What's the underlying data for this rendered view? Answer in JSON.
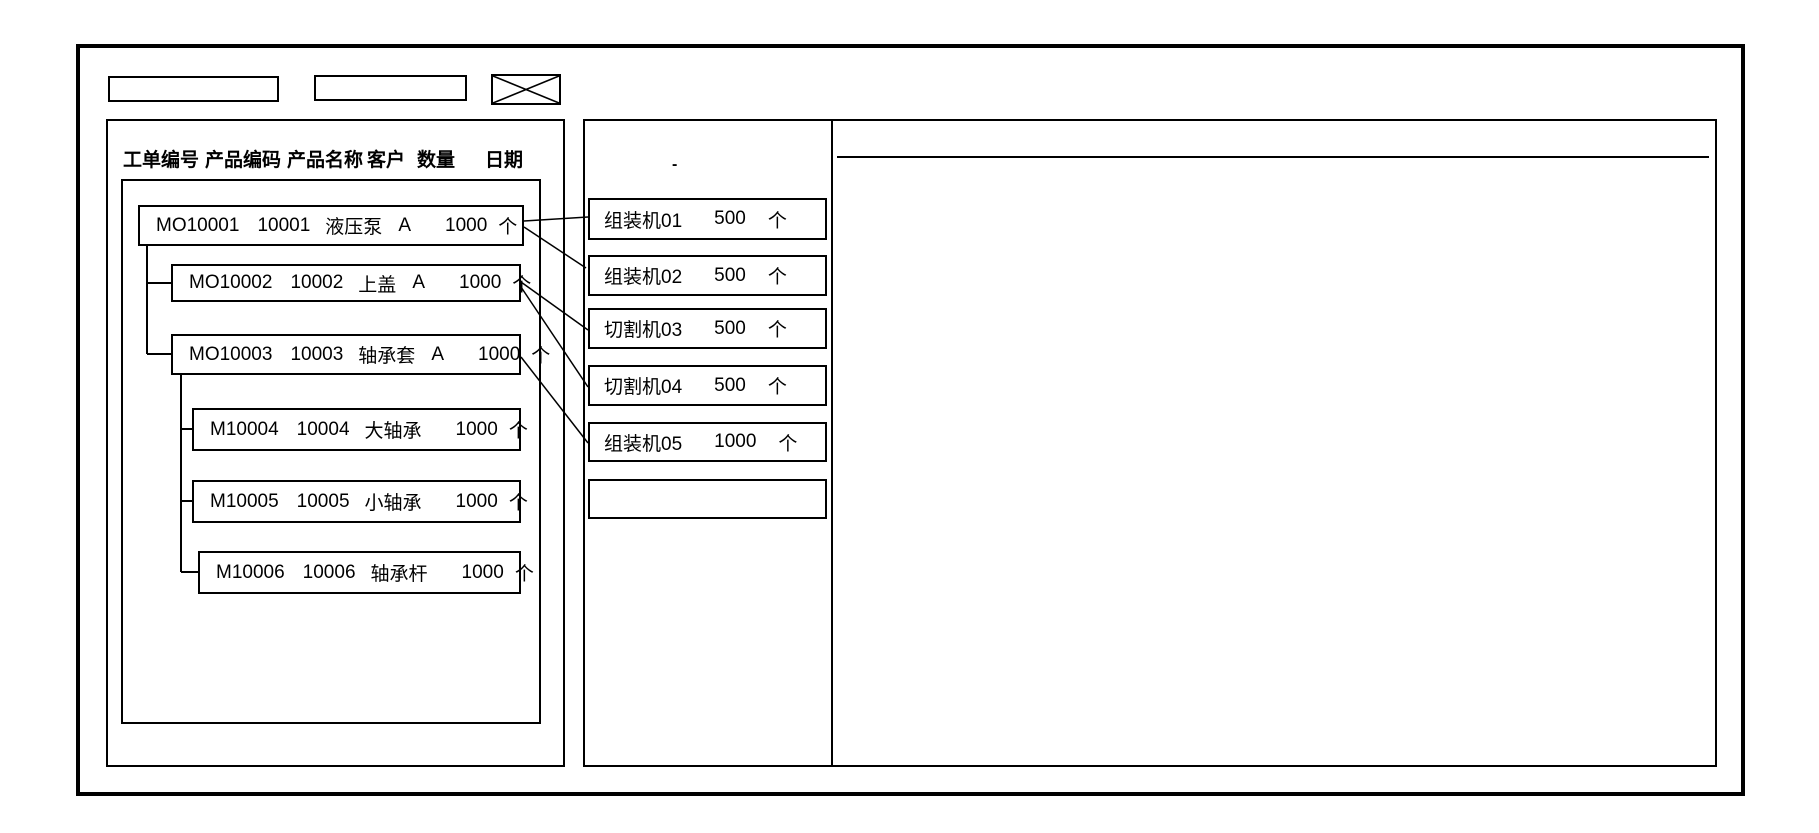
{
  "toolbar": {
    "field1_value": "",
    "field2_value": "",
    "image_placeholder": "x-crossed-box"
  },
  "orders_panel": {
    "columns": [
      "工单编号",
      "产品编码",
      "产品名称",
      "客户",
      "数量",
      "日期"
    ],
    "rows": [
      {
        "order_no": "MO10001",
        "product_code": "10001",
        "product_name": "液压泵",
        "customer": "A",
        "qty": "1000",
        "unit": "个",
        "level": 0
      },
      {
        "order_no": "MO10002",
        "product_code": "10002",
        "product_name": "上盖",
        "customer": "A",
        "qty": "1000",
        "unit": "个",
        "level": 1
      },
      {
        "order_no": "MO10003",
        "product_code": "10003",
        "product_name": "轴承套",
        "customer": "A",
        "qty": "1000",
        "unit": "个",
        "level": 1
      },
      {
        "order_no": "M10004",
        "product_code": "10004",
        "product_name": "大轴承",
        "customer": "",
        "qty": "1000",
        "unit": "个",
        "level": 2
      },
      {
        "order_no": "M10005",
        "product_code": "10005",
        "product_name": "小轴承",
        "customer": "",
        "qty": "1000",
        "unit": "个",
        "level": 2
      },
      {
        "order_no": "M10006",
        "product_code": "10006",
        "product_name": "轴承杆",
        "customer": "",
        "qty": "1000",
        "unit": "个",
        "level": 2
      }
    ]
  },
  "machines_panel": {
    "title_mark": "-",
    "machines": [
      {
        "name": "组装机01",
        "qty": "500",
        "unit": "个"
      },
      {
        "name": "组装机02",
        "qty": "500",
        "unit": "个"
      },
      {
        "name": "切割机03",
        "qty": "500",
        "unit": "个"
      },
      {
        "name": "切割机04",
        "qty": "500",
        "unit": "个"
      },
      {
        "name": "组装机05",
        "qty": "1000",
        "unit": "个"
      },
      {
        "name": "",
        "qty": "",
        "unit": ""
      }
    ]
  },
  "connections": [
    {
      "from": "MO10001",
      "to": "组装机01"
    },
    {
      "from": "MO10001",
      "to": "组装机02"
    },
    {
      "from": "MO10002",
      "to": "切割机03"
    },
    {
      "from": "MO10002",
      "to": "切割机04"
    },
    {
      "from": "MO10003",
      "to": "组装机05"
    }
  ],
  "colors": {
    "line": "#000000",
    "background": "#ffffff"
  }
}
